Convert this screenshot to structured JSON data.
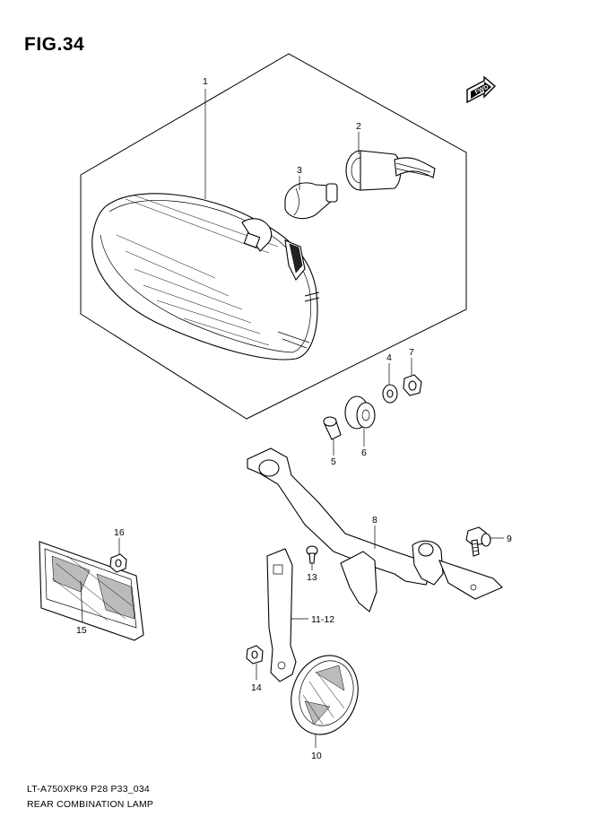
{
  "figure": {
    "title": "FIG.34",
    "model_code": "LT-A750XPK9 P28 P33_034",
    "section_name": "REAR COMBINATION LAMP"
  },
  "direction_badge": {
    "text": "FWD"
  },
  "callouts": {
    "c1": "1",
    "c2": "2",
    "c3": "3",
    "c4": "4",
    "c5": "5",
    "c6": "6",
    "c7": "7",
    "c8": "8",
    "c9": "9",
    "c10": "10",
    "c11_12": "11-12",
    "c13": "13",
    "c14": "14",
    "c15": "15",
    "c16": "16"
  }
}
